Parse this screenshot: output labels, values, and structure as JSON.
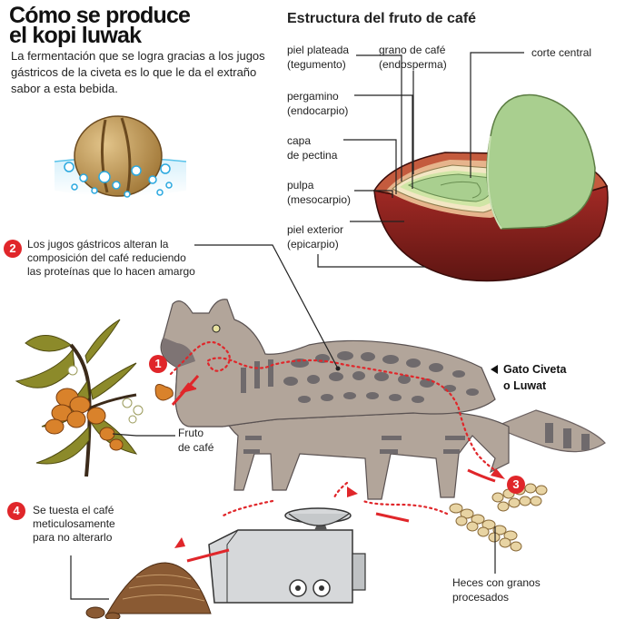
{
  "header": {
    "title_line1": "Cómo se produce",
    "title_line2": "el kopi luwak",
    "intro": "La fermentación que se logra gracias a los jugos gástricos de la civeta es lo que le da el extraño sabor a esta bebida."
  },
  "structure": {
    "title": "Estructura del fruto de café",
    "labels": {
      "piel_plateada_1": "piel plateada",
      "piel_plateada_2": "(tegumento)",
      "grano_1": "grano de café",
      "grano_2": "(endosperma)",
      "corte": "corte central",
      "pergamino_1": "pergamino",
      "pergamino_2": "(endocarpio)",
      "capa_1": "capa",
      "capa_2": "de pectina",
      "pulpa_1": "pulpa",
      "pulpa_2": "(mesocarpio)",
      "piel_ext_1": "piel exterior",
      "piel_ext_2": "(epicarpio)"
    }
  },
  "steps": {
    "s1": {
      "number": "1"
    },
    "s2": {
      "number": "2",
      "line1": "Los jugos gástricos alteran la",
      "line2": "composición del café reduciendo",
      "line3": "las proteínas que lo hacen amargo"
    },
    "s3": {
      "number": "3"
    },
    "s4": {
      "number": "4",
      "line1": "Se tuesta el café",
      "line2": "meticulosamente",
      "line3": "para no alterarlo"
    }
  },
  "labels": {
    "fruto_1": "Fruto",
    "fruto_2": "de café",
    "civeta_1": "Gato Civeta",
    "civeta_2": "o Luwat",
    "heces_1": "Heces con granos",
    "heces_2": "procesados"
  },
  "colors": {
    "accent_red": "#e0262a",
    "fruit_red": "#8a1f1c",
    "bean_green": "#a9cf8f",
    "civet_body": "#b2a59a",
    "civet_spots": "#6f6a6c",
    "water_blue": "#2aa8df"
  }
}
